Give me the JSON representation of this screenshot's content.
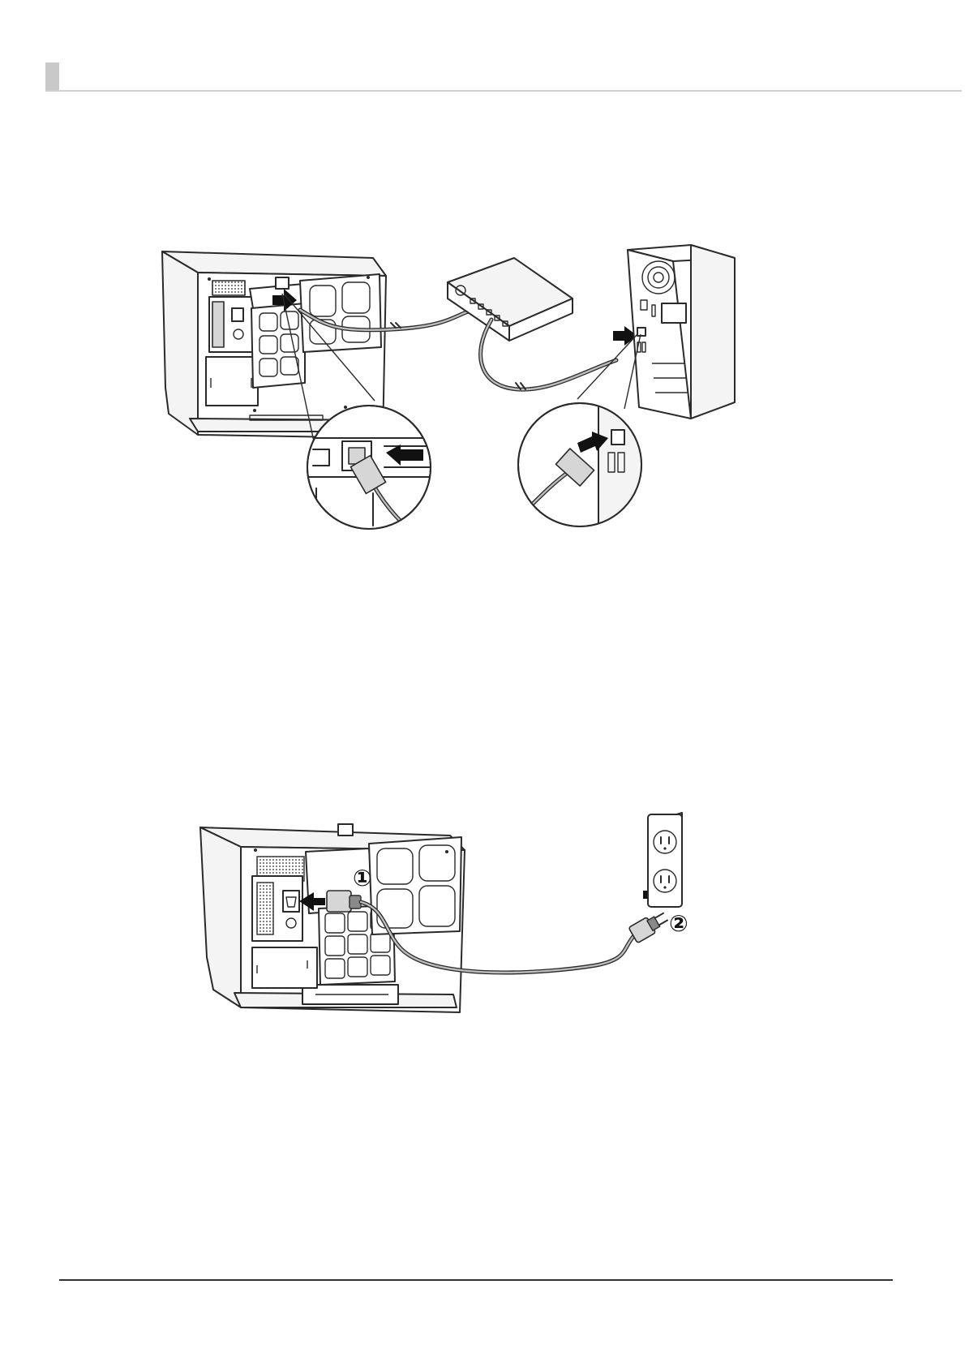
{
  "figures": [
    {
      "id": "network-connection",
      "parts": [
        "printer-rear",
        "network-hub",
        "computer-tower",
        "lan-cable",
        "zoom-printer-port",
        "zoom-computer-port"
      ],
      "labels": []
    },
    {
      "id": "power-connection",
      "parts": [
        "printer-rear",
        "ac-inlet",
        "power-cord",
        "wall-outlet"
      ],
      "labels": [
        "①",
        "②"
      ]
    }
  ],
  "colors": {
    "header_marker": "#c9c9c9",
    "header_rule": "#cfcfcf",
    "footer_rule": "#333333"
  },
  "icons": [
    "lan-port-icon",
    "ac-inlet-icon",
    "insert-arrow-icon",
    "wall-outlet-icon"
  ]
}
